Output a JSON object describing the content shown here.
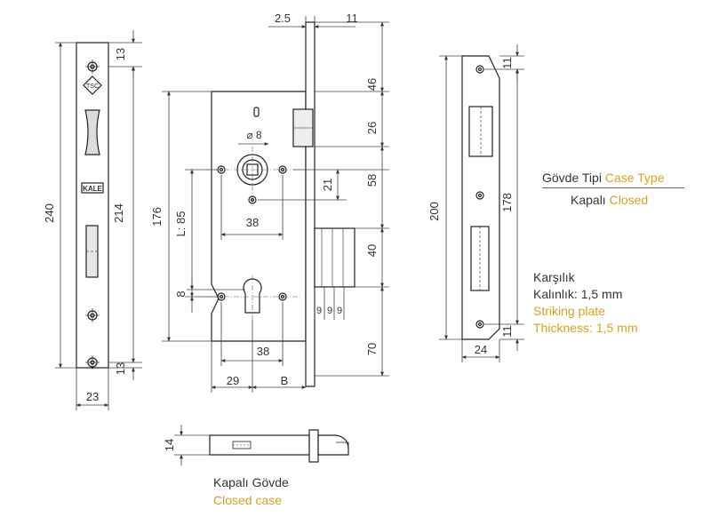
{
  "colors": {
    "line": "#222222",
    "dim": "#444444",
    "text": "#333333",
    "accent": "#d9a21b",
    "plate_fill": "#f2f2f2"
  },
  "faceplate_left": {
    "dims": {
      "top": "13",
      "bottom": "13",
      "overall": "240",
      "inner": "214",
      "width": "23"
    },
    "logos": [
      "TSC",
      "KALE"
    ]
  },
  "lock_body": {
    "dims": {
      "backset_offset": "2.5",
      "plate_thickness": "11",
      "latch": "46",
      "deadbolt": "26",
      "spindle": "58",
      "bolt_height": "40",
      "cylinder": "70",
      "height": "176",
      "center_distance": "L: 85",
      "hole_diameter": "⌀ 8",
      "spindle_offset": "21",
      "spindle_spacing": "38",
      "cyl_spacing": "38",
      "cyl_gap": "8",
      "backset": "29",
      "b_label": "B",
      "bolt_steps": [
        "9",
        "9",
        "9"
      ]
    }
  },
  "striking_plate": {
    "dims": {
      "top": "11",
      "bottom": "11",
      "overall": "200",
      "inner": "178",
      "width": "24"
    }
  },
  "case_type": {
    "label_tr": "Gövde Tipi",
    "label_en": "Case Type",
    "value_tr": "Kapalı",
    "value_en": "Closed"
  },
  "striking_info": {
    "line1_tr": "Karşılık",
    "line2_tr": "Kalınlık: 1,5 mm",
    "line1_en": "Striking plate",
    "line2_en": "Thickness: 1,5 mm"
  },
  "bottom_view": {
    "dim": "14",
    "label_tr": "Kapalı Gövde",
    "label_en": "Closed case"
  }
}
